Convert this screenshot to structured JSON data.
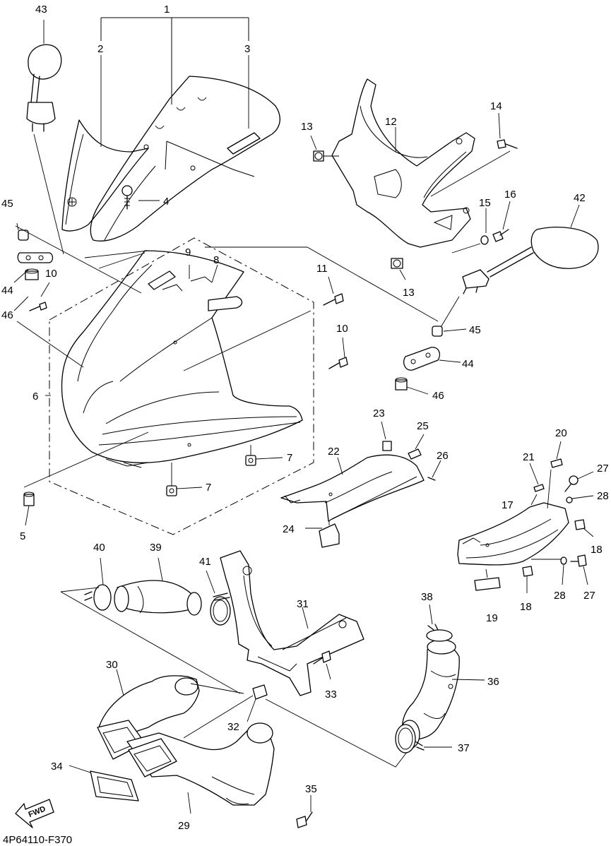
{
  "drawing_code": "4P64110-F370",
  "fwd_label": "FWD",
  "labels": [
    {
      "id": "l1",
      "text": "1"
    },
    {
      "id": "l2",
      "text": "2"
    },
    {
      "id": "l3",
      "text": "3"
    },
    {
      "id": "l4",
      "text": "4"
    },
    {
      "id": "l5",
      "text": "5"
    },
    {
      "id": "l6",
      "text": "6"
    },
    {
      "id": "l7a",
      "text": "7"
    },
    {
      "id": "l7b",
      "text": "7"
    },
    {
      "id": "l8",
      "text": "8"
    },
    {
      "id": "l9",
      "text": "9"
    },
    {
      "id": "l10a",
      "text": "10"
    },
    {
      "id": "l10b",
      "text": "10"
    },
    {
      "id": "l11",
      "text": "11"
    },
    {
      "id": "l12",
      "text": "12"
    },
    {
      "id": "l13a",
      "text": "13"
    },
    {
      "id": "l13b",
      "text": "13"
    },
    {
      "id": "l14",
      "text": "14"
    },
    {
      "id": "l15",
      "text": "15"
    },
    {
      "id": "l16",
      "text": "16"
    },
    {
      "id": "l17",
      "text": "17"
    },
    {
      "id": "l18a",
      "text": "18"
    },
    {
      "id": "l18b",
      "text": "18"
    },
    {
      "id": "l19",
      "text": "19"
    },
    {
      "id": "l20",
      "text": "20"
    },
    {
      "id": "l21",
      "text": "21"
    },
    {
      "id": "l22",
      "text": "22"
    },
    {
      "id": "l23",
      "text": "23"
    },
    {
      "id": "l24",
      "text": "24"
    },
    {
      "id": "l25",
      "text": "25"
    },
    {
      "id": "l26",
      "text": "26"
    },
    {
      "id": "l27a",
      "text": "27"
    },
    {
      "id": "l27b",
      "text": "27"
    },
    {
      "id": "l28a",
      "text": "28"
    },
    {
      "id": "l28b",
      "text": "28"
    },
    {
      "id": "l29",
      "text": "29"
    },
    {
      "id": "l30",
      "text": "30"
    },
    {
      "id": "l31",
      "text": "31"
    },
    {
      "id": "l32",
      "text": "32"
    },
    {
      "id": "l33",
      "text": "33"
    },
    {
      "id": "l34",
      "text": "34"
    },
    {
      "id": "l35",
      "text": "35"
    },
    {
      "id": "l36",
      "text": "36"
    },
    {
      "id": "l37",
      "text": "37"
    },
    {
      "id": "l38",
      "text": "38"
    },
    {
      "id": "l39",
      "text": "39"
    },
    {
      "id": "l40",
      "text": "40"
    },
    {
      "id": "l41",
      "text": "41"
    },
    {
      "id": "l42",
      "text": "42"
    },
    {
      "id": "l43",
      "text": "43"
    },
    {
      "id": "l44a",
      "text": "44"
    },
    {
      "id": "l44b",
      "text": "44"
    },
    {
      "id": "l45a",
      "text": "45"
    },
    {
      "id": "l45b",
      "text": "45"
    },
    {
      "id": "l46a",
      "text": "46"
    },
    {
      "id": "l46b",
      "text": "46"
    }
  ]
}
